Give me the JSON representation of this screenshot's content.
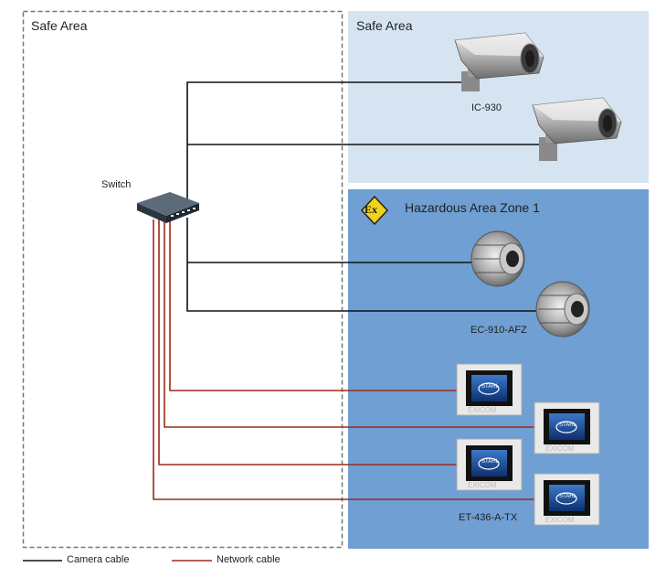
{
  "zones": {
    "left_label": "Safe Area",
    "safe_label": "Safe Area",
    "hazard_label": "Hazardous Area Zone 1",
    "ex_symbol": "Ex"
  },
  "devices": {
    "switch_label": "Switch",
    "camera_ic_label": "IC-930",
    "camera_ec_label": "EC-910-AFZ",
    "terminal_label": "ET-436-A-TX",
    "terminal_logo": "STAHL",
    "terminal_watermark": "EXICOM"
  },
  "legend": {
    "camera_cable": "Camera cable",
    "network_cable": "Network cable"
  },
  "colors": {
    "safe_area_fill": "#d6e4f2",
    "hazard_area_fill": "#6f9fd3",
    "camera_cable": "#111111",
    "network_cable": "#9b2a1a",
    "ex_badge": "#f1d21c"
  }
}
